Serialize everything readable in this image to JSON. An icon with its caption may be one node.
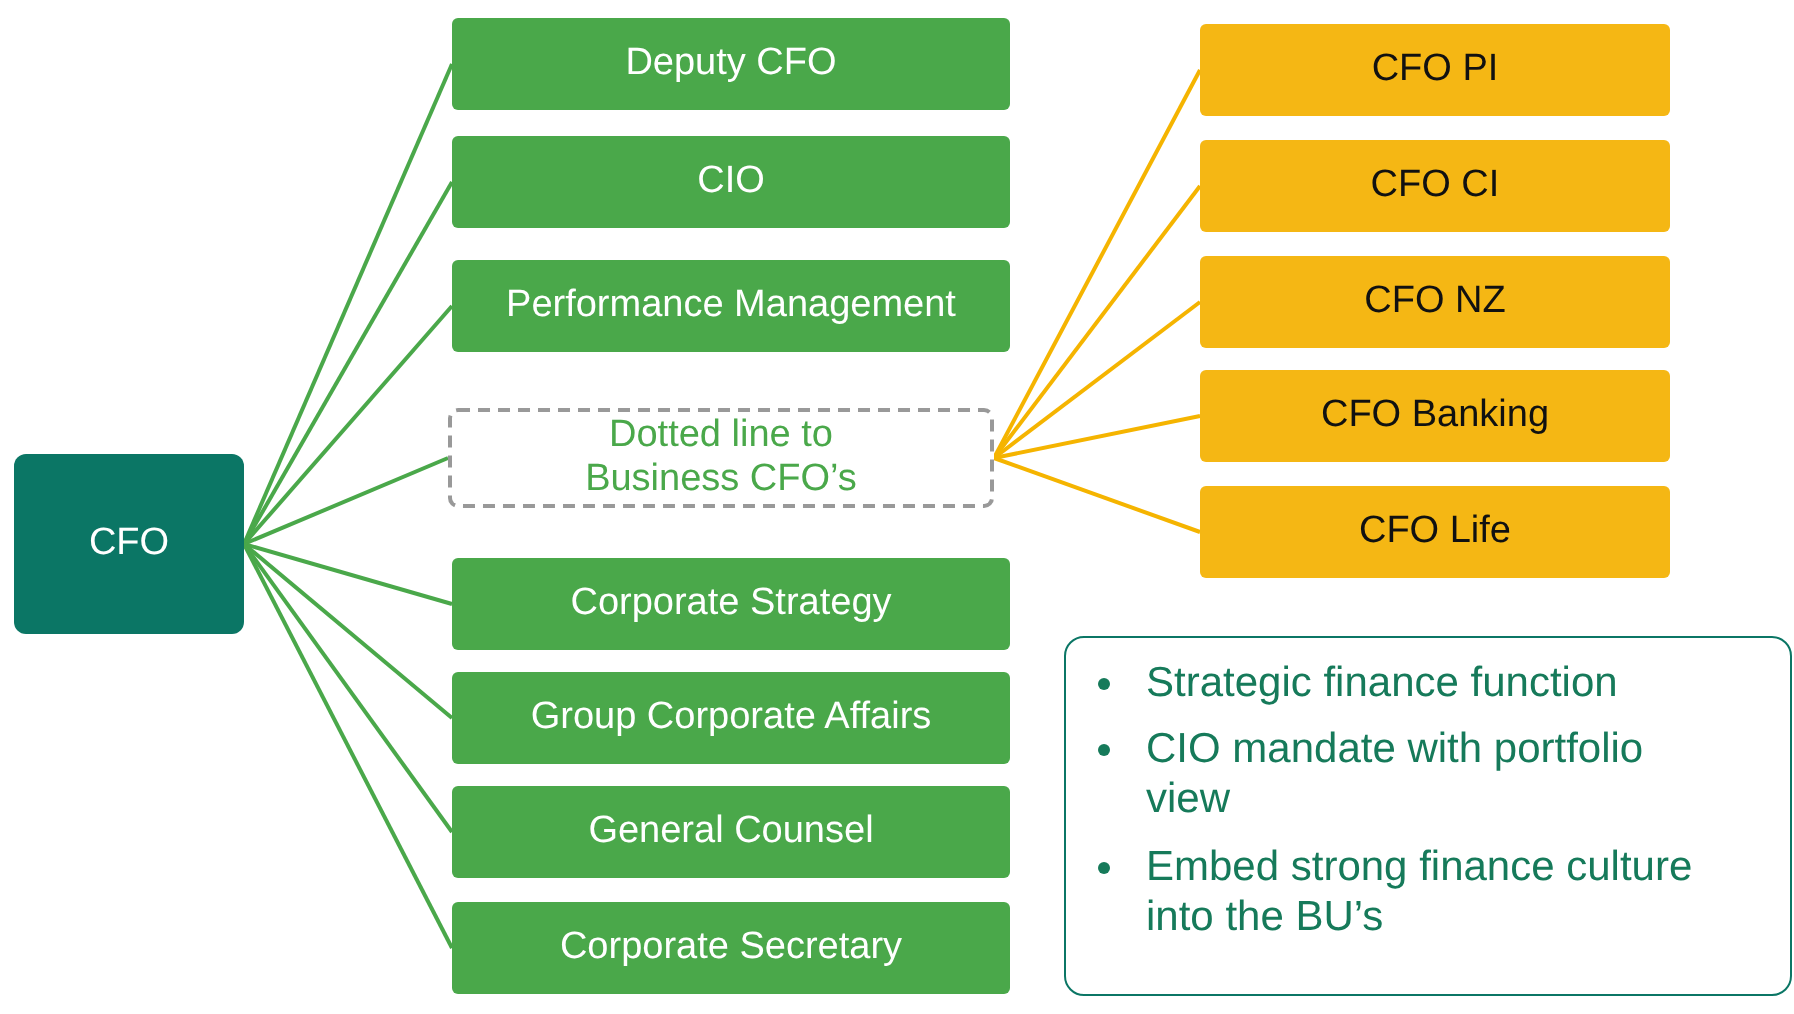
{
  "diagram": {
    "nodes": [
      {
        "text": [
          "CFO"
        ]
      },
      {
        "text": [
          "Deputy CFO"
        ]
      },
      {
        "text": [
          "CIO"
        ]
      },
      {
        "text": [
          "Performance Management"
        ]
      },
      {
        "text": [
          "Dotted line to Business CFO’s"
        ]
      },
      {
        "text": [
          "Corporate Strategy"
        ]
      },
      {
        "text": [
          "Group Corporate Affairs"
        ]
      },
      {
        "text": [
          "General Counsel"
        ]
      },
      {
        "text": [
          "Corporate Secretary"
        ]
      },
      {
        "text": [
          "CFO PI"
        ]
      },
      {
        "text": [
          "CFO CI"
        ]
      },
      {
        "text": [
          "CFO NZ"
        ]
      },
      {
        "text": [
          "CFO Banking"
        ]
      },
      {
        "text": [
          "CFO Life"
        ]
      },
      {
        "text": [
          "Strategic finance function",
          "CIO mandate with portfolio view",
          "Embed strong finance culture into the BU’s"
        ]
      }
    ],
    "edges": [
      {
        "from": 0,
        "to": 1,
        "arrow": "none"
      },
      {
        "from": 0,
        "to": 2,
        "arrow": "none"
      },
      {
        "from": 0,
        "to": 3,
        "arrow": "none"
      },
      {
        "from": 0,
        "to": 4,
        "arrow": "none"
      },
      {
        "from": 0,
        "to": 5,
        "arrow": "none"
      },
      {
        "from": 0,
        "to": 6,
        "arrow": "none"
      },
      {
        "from": 0,
        "to": 7,
        "arrow": "none"
      },
      {
        "from": 0,
        "to": 8,
        "arrow": "none"
      },
      {
        "from": 4,
        "to": 9,
        "arrow": "none",
        "color": "#f5b400"
      },
      {
        "from": 4,
        "to": 10,
        "arrow": "none",
        "color": "#f5b400"
      },
      {
        "from": 4,
        "to": 11,
        "arrow": "none",
        "color": "#f5b400"
      },
      {
        "from": 4,
        "to": 12,
        "arrow": "none",
        "color": "#f5b400"
      },
      {
        "from": 4,
        "to": 13,
        "arrow": "none",
        "color": "#f5b400"
      }
    ]
  }
}
